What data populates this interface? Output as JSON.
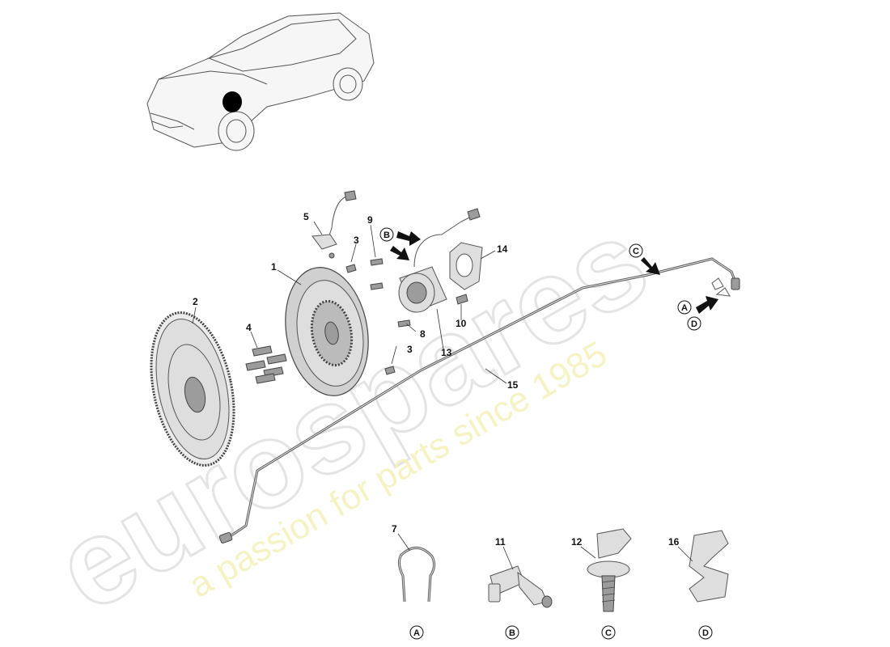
{
  "watermark": {
    "brand": "eurospares",
    "tagline": "a passion for parts since 1985"
  },
  "callouts": {
    "c1": "1",
    "c2": "2",
    "c3a": "3",
    "c3b": "3",
    "c4": "4",
    "c5": "5",
    "c7": "7",
    "c8": "8",
    "c9": "9",
    "c10": "10",
    "c11": "11",
    "c12": "12",
    "c13": "13",
    "c14": "14",
    "c15": "15",
    "c16": "16"
  },
  "letters": {
    "b_main": "B",
    "c_main": "C",
    "a_main": "A",
    "d_main": "D",
    "a_bottom": "A",
    "b_bottom": "B",
    "c_bottom": "C",
    "d_bottom": "D"
  }
}
